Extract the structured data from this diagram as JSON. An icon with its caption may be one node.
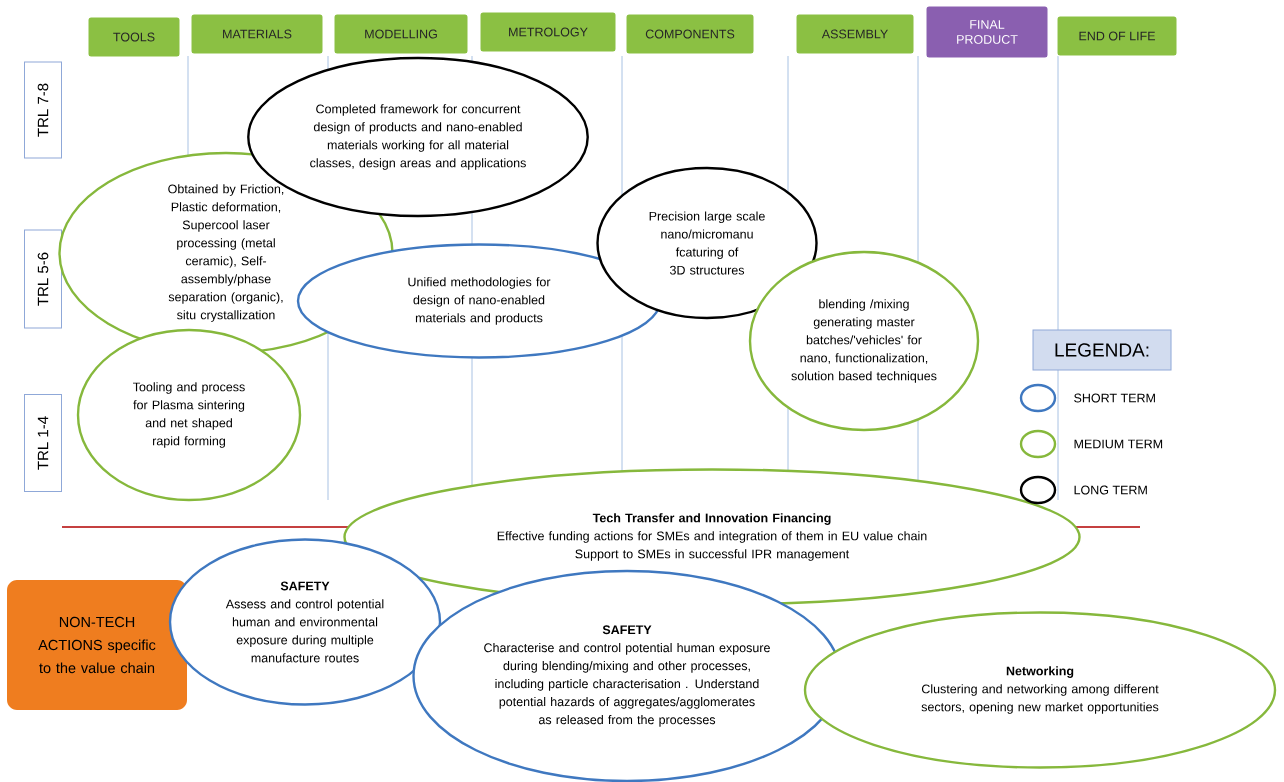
{
  "diagram": {
    "nodes": [
      {
        "text": [
          "TOOLS"
        ]
      },
      {
        "text": [
          "MATERIALS"
        ]
      },
      {
        "text": [
          "MODELLING"
        ]
      },
      {
        "text": [
          "METROLOGY"
        ]
      },
      {
        "text": [
          "COMPONENTS"
        ]
      },
      {
        "text": [
          "ASSEMBLY"
        ]
      },
      {
        "text": [
          "FINAL PRODUCT"
        ]
      },
      {
        "text": [
          "END OF LIFE"
        ]
      },
      {
        "text": [
          "TRL 7-8"
        ]
      },
      {
        "text": [
          "TRL 5-6"
        ]
      },
      {
        "text": [
          "TRL 1-4"
        ]
      },
      {
        "text": [
          "Completed framework for concurrent design of products and nano-enabled materials working for all material classes, design areas and applications"
        ]
      },
      {
        "text": [
          "Obtained by Friction, Plastic deformation, Supercool laser processing (metal ceramic), Self-assembly/phase separation (organic), situ crystallization"
        ]
      },
      {
        "text": [
          "Precision large scale nano/micromanu fcaturing of 3D structures"
        ]
      },
      {
        "text": [
          "Unified methodologies for design of nano-enabled materials and products"
        ]
      },
      {
        "text": [
          "blending /mixing generating master batches/'vehicles' for nano, functionalization, solution based techniques"
        ]
      },
      {
        "text": [
          "Tooling and process for Plasma sintering and net shaped rapid forming"
        ]
      },
      {
        "text": [
          "LEGENDA:"
        ]
      },
      {
        "text": [
          "Tech Transfer and Innovation Financing",
          "Effective funding actions for SMEs and integration of them in EU value chain",
          "Support to SMEs in successful IPR management"
        ]
      },
      {
        "text": [
          "SAFETY",
          "Assess and control potential human and environmental exposure during multiple manufacture routes"
        ]
      },
      {
        "text": [
          "SAFETY",
          "Characterise and control potential human exposure during blending/mixing and other processes, including particle characterisation . Understand potential hazards of aggregates/agglomerates as released from the processes"
        ]
      },
      {
        "text": [
          "NON-TECH ACTIONS specific to the value chain"
        ]
      },
      {
        "text": [
          "Networking",
          "Clustering and networking among different sectors, opening new market opportunities"
        ]
      }
    ],
    "legend": [
      {
        "text": "SHORT TERM",
        "color": "#3f78c0"
      },
      {
        "text": "MEDIUM TERM",
        "color": "#86b83c"
      },
      {
        "text": "LONG TERM",
        "color": "#000000"
      }
    ]
  }
}
